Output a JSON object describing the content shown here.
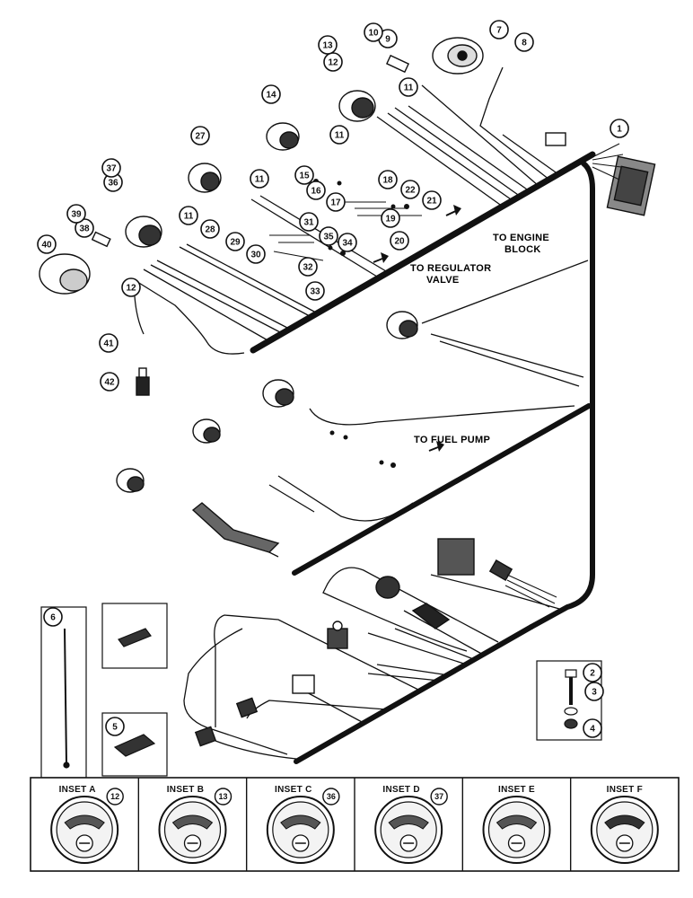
{
  "callouts": [
    "1",
    "2",
    "3",
    "4",
    "5",
    "6",
    "7",
    "8",
    "9",
    "10",
    "11",
    "11",
    "11",
    "11",
    "12",
    "12",
    "13",
    "14",
    "15",
    "16",
    "17",
    "18",
    "19",
    "20",
    "21",
    "22",
    "27",
    "28",
    "29",
    "30",
    "31",
    "32",
    "33",
    "34",
    "35",
    "36",
    "37",
    "38",
    "39",
    "40",
    "41",
    "42"
  ],
  "destinations": {
    "engine_block_line1": "TO ENGINE",
    "engine_block_line2": "BLOCK",
    "regulator_valve_line1": "TO REGULATOR",
    "regulator_valve_line2": "VALVE",
    "fuel_pump": "TO FUEL PUMP"
  },
  "insets": [
    {
      "title": "INSET A",
      "number": "12"
    },
    {
      "title": "INSET B",
      "number": "13"
    },
    {
      "title": "INSET C",
      "number": "36"
    },
    {
      "title": "INSET D",
      "number": "37"
    },
    {
      "title": "INSET E",
      "number": ""
    },
    {
      "title": "INSET F",
      "number": ""
    }
  ],
  "colors": {
    "ink": "#111111",
    "paper": "#ffffff"
  }
}
